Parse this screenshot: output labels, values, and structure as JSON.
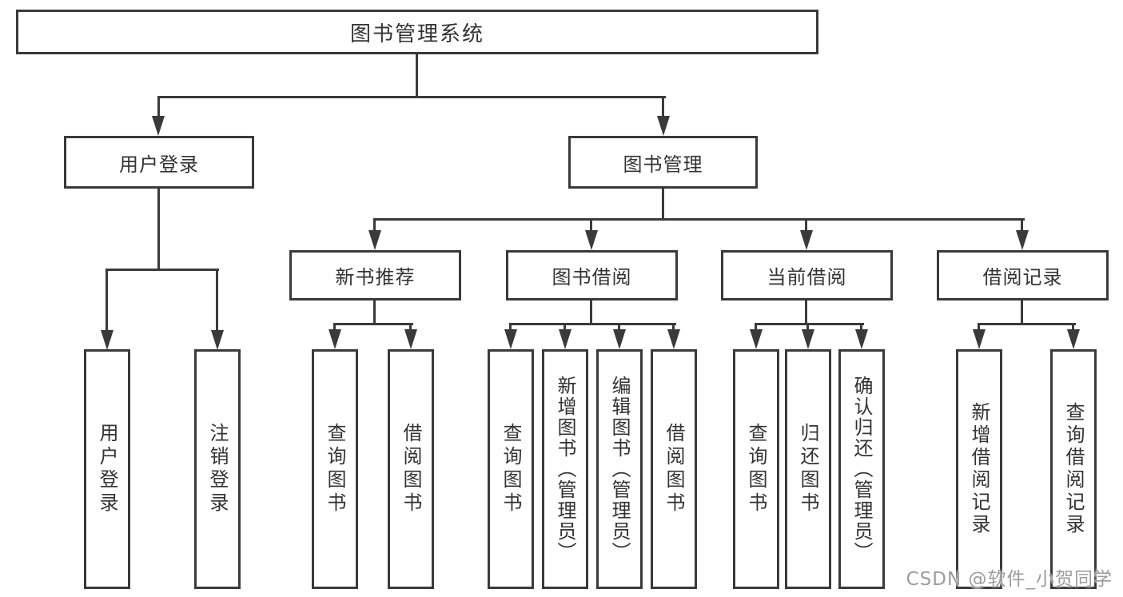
{
  "diagram": {
    "root": "图书管理系统",
    "level2": {
      "user_login": "用户登录",
      "book_mgmt": "图书管理"
    },
    "level3": {
      "new_book_rec": "新书推荐",
      "book_borrow": "图书借阅",
      "current_borrow": "当前借阅",
      "borrow_record": "借阅记录"
    },
    "leaves": {
      "user_login": "用户登录",
      "logout": "注销登录",
      "rec_query_book": "查询图书",
      "rec_borrow_book": "借阅图书",
      "bb_query_book": "查询图书",
      "bb_add_book": "新增图书（管理员）",
      "bb_edit_book": "编辑图书（管理员）",
      "bb_borrow_book": "借阅图书",
      "cb_query_book": "查询图书",
      "cb_return_book": "归还图书",
      "cb_confirm_return": "确认归还（管理员）",
      "br_add_record": "新增借阅记录",
      "br_query_record": "查询借阅记录"
    },
    "hierarchy": {
      "图书管理系统": [
        "用户登录",
        "图书管理"
      ],
      "用户登录": [
        "用户登录",
        "注销登录"
      ],
      "图书管理": [
        "新书推荐",
        "图书借阅",
        "当前借阅",
        "借阅记录"
      ],
      "新书推荐": [
        "查询图书",
        "借阅图书"
      ],
      "图书借阅": [
        "查询图书",
        "新增图书（管理员）",
        "编辑图书（管理员）",
        "借阅图书"
      ],
      "当前借阅": [
        "查询图书",
        "归还图书",
        "确认归还（管理员）"
      ],
      "借阅记录": [
        "新增借阅记录",
        "查询借阅记录"
      ]
    }
  },
  "watermark": "CSDN @软件_小贺同学",
  "colors": {
    "line": "#3a3a3a",
    "text": "#333333",
    "watermark_text": "#9c9c9c",
    "background": "#ffffff"
  }
}
